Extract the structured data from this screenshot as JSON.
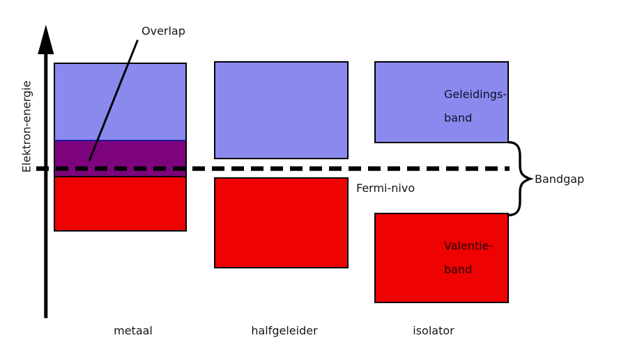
{
  "figure": {
    "y_axis_label": "Elektron-energie",
    "annotations": {
      "overlap_label": "Overlap",
      "fermi_label": "Fermi-nivo",
      "bandgap_label": "Bandgap"
    },
    "band_labels": {
      "conduction_line1": "Geleidings-",
      "conduction_line2": "band",
      "valence_line1": "Valentie-",
      "valence_line2": "band"
    },
    "columns": [
      {
        "label": "metaal"
      },
      {
        "label": "halfgeleider"
      },
      {
        "label": "isolator"
      }
    ],
    "colors": {
      "conduction_band_fill": "#8a8aee",
      "valence_band_fill": "#ee0202",
      "overlap_region_fill": "#7d047d",
      "overlap_divider": "#1c1c9e",
      "line_color": "#000000",
      "background": "#ffffff"
    }
  }
}
